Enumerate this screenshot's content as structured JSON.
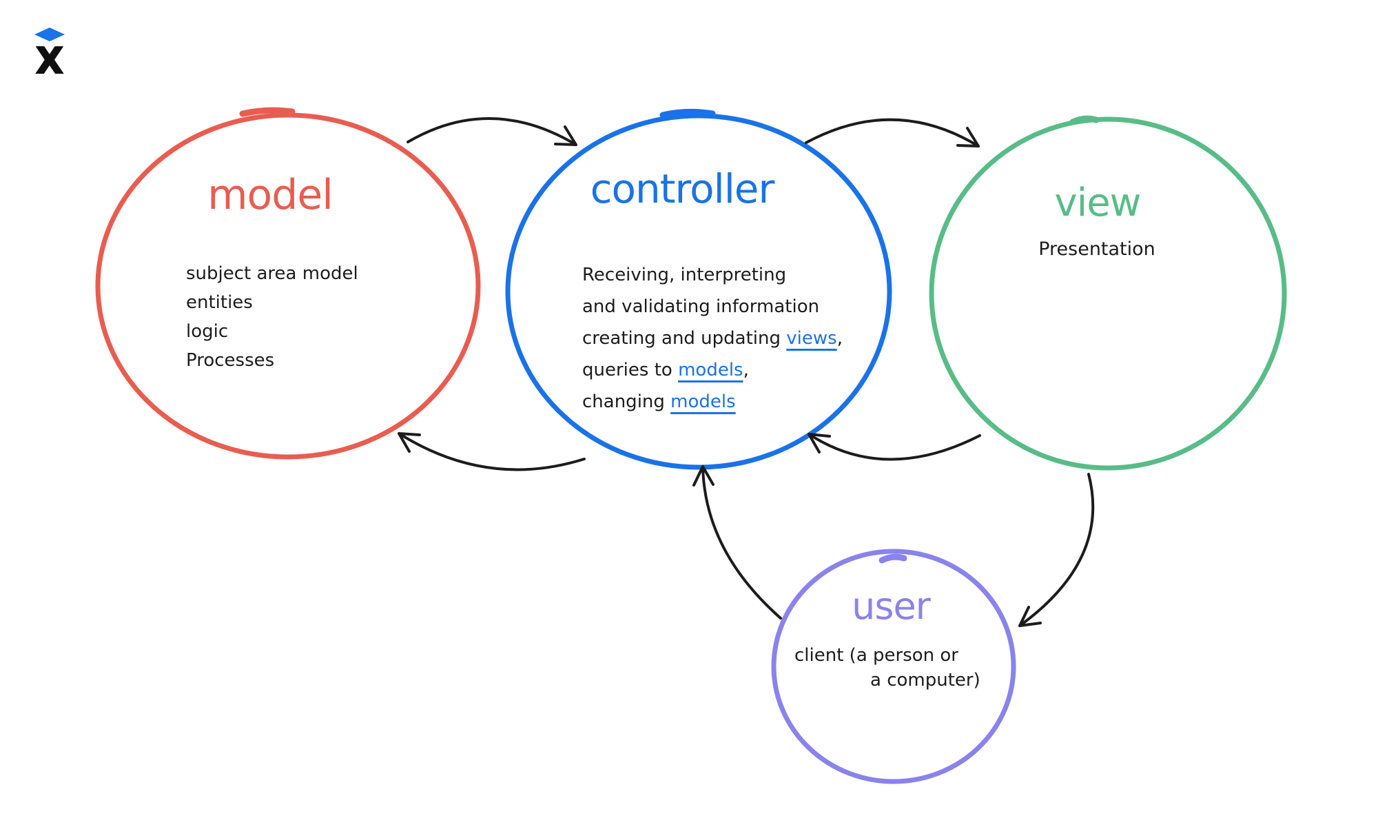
{
  "page": {
    "background": "#ffffff"
  },
  "logo": {
    "letter": "X",
    "diamond_color": "#1a73e8",
    "letter_color": "#101010"
  },
  "nodes": {
    "model": {
      "title": "model",
      "color": "#e85d50",
      "items": [
        "subject area model",
        "entities",
        "logic",
        "Processes"
      ]
    },
    "controller": {
      "title": "controller",
      "color": "#1a72e8",
      "lines": [
        {
          "text": "Receiving, interpreting"
        },
        {
          "text": "and validating information"
        },
        {
          "prefix": "creating and updating ",
          "link": "views",
          "suffix": ","
        },
        {
          "prefix": "queries to ",
          "link": "models",
          "suffix": ","
        },
        {
          "prefix": "changing ",
          "link": "models",
          "suffix": ""
        }
      ]
    },
    "view": {
      "title": "view",
      "color": "#58bc87",
      "body": "Presentation"
    },
    "user": {
      "title": "user",
      "color": "#8a83ec",
      "lines": [
        "client (a person or",
        "a computer)"
      ]
    }
  },
  "connections": [
    {
      "from": "model",
      "to": "controller"
    },
    {
      "from": "controller",
      "to": "view"
    },
    {
      "from": "controller",
      "to": "model"
    },
    {
      "from": "view",
      "to": "controller"
    },
    {
      "from": "view",
      "to": "user"
    },
    {
      "from": "user",
      "to": "controller"
    }
  ],
  "colors": {
    "ink": "#1c1c1c",
    "link": "#1a72e8",
    "model": "#e85d50",
    "controller": "#1a72e8",
    "view": "#58bc87",
    "user": "#8a83ec"
  }
}
